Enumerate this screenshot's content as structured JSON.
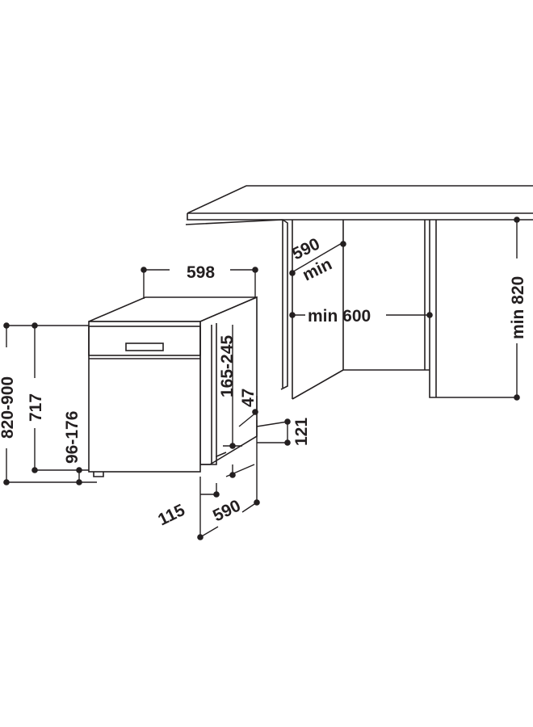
{
  "labels": {
    "width_598": "598",
    "depth_590_min": "590",
    "depth_590_min_word": "min",
    "niche_min_600": "min 600",
    "niche_min_820": "min 820",
    "height_820_900": "820-900",
    "height_717": "717",
    "plinth_96_176": "96-176",
    "panel_165_245": "165-245",
    "gap_47": "47",
    "gap_121": "121",
    "gap_115": "115",
    "depth_590": "590"
  },
  "colors": {
    "ink": "#231f20",
    "background": "#ffffff"
  }
}
